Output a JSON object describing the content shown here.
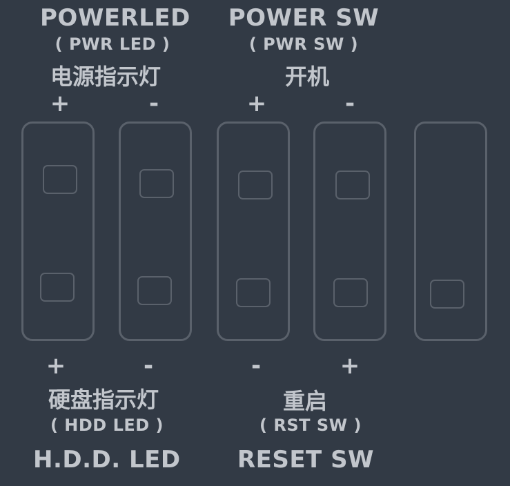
{
  "top_left": {
    "en": "POWERLED",
    "code": "( PWR LED )",
    "cn": "电源指示灯",
    "plus": "+",
    "minus": "-"
  },
  "top_right": {
    "en": "POWER SW",
    "code": "( PWR SW )",
    "cn": "开机",
    "plus": "+",
    "minus": "-"
  },
  "bottom_left": {
    "plus": "+",
    "minus": "-",
    "cn": "硬盘指示灯",
    "code": "( HDD LED )",
    "en": "H.D.D. LED"
  },
  "bottom_right": {
    "minus": "-",
    "plus": "+",
    "cn": "重启",
    "code": "( RST SW )",
    "en": "RESET SW"
  },
  "colors": {
    "background": "#323a45",
    "text": "#c2c6cc",
    "outline": "#5a616b"
  }
}
